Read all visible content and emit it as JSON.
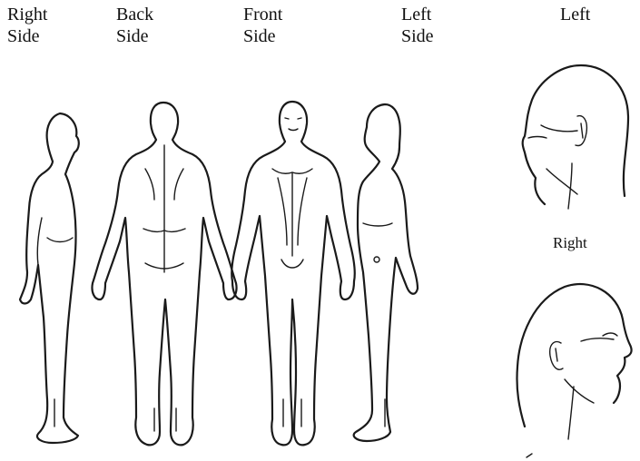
{
  "labels": {
    "right_side": [
      "Right",
      "Side"
    ],
    "back_side": [
      "Back",
      "Side"
    ],
    "front_side": [
      "Front",
      "Side"
    ],
    "left_side": [
      "Left",
      "Side"
    ],
    "head_left": "Left",
    "head_right": "Right"
  }
}
